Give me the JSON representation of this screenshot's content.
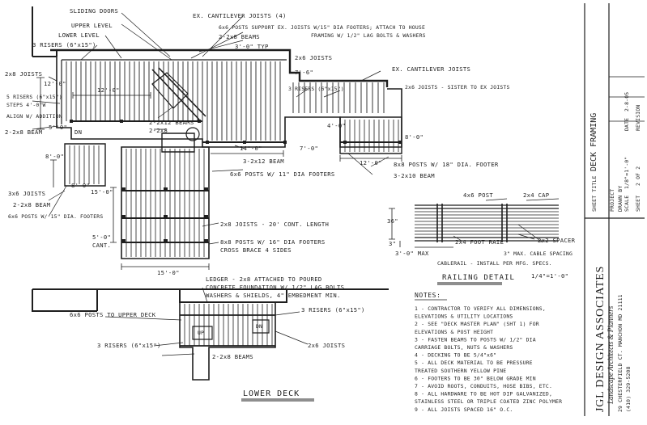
{
  "sheet": {
    "title_block": {
      "firm": "JGL DESIGN ASSOCIATES",
      "tagline": "Landscape Architects & Planners",
      "address": "29 CHESTERFIELD CT. MANCHON MD 21111",
      "phone": "(410) 329-5208",
      "sheet_title_label": "SHEET TITLE",
      "sheet_title": "DECK FRAMING",
      "project_label": "PROJECT",
      "drawn_by_label": "DRAWN BY",
      "scale_label": "SCALE",
      "scale_value": "1/8\"=1'-0\"",
      "date_label": "DATE",
      "date_value": "2-8-05",
      "sheet_label": "SHEET",
      "sheet_value": "2 OF 2",
      "revision_label": "REVISION"
    },
    "upper_plan": {
      "labels": {
        "sliding_doors": "SLIDING DOORS",
        "upper_level": "UPPER LEVEL",
        "lower_level": "LOWER LEVEL",
        "risers_top": "3 RISERS (6\"x15\")",
        "ex_cantilever_joists": "EX. CANTILEVER JOISTS (4)",
        "posts_support": "6x6 POSTS SUPPORT EX. JOISTS W/15\" DIA FOOTERS; ATTACH TO HOUSE",
        "framing_lag": "FRAMING W/ 1/2\" LAG BOLTS & WASHERS",
        "beams_2x8": "2-2x8 BEAMS",
        "typ_3_0": "3'-0\" TYP",
        "joists_2x8": "2x8 JOISTS",
        "dim_12_0": "12'-0\"",
        "risers_left": "5 RISERS (6\"x15\")",
        "steps_4_0": "STEPS 4'-0\"W",
        "align_w_addition": "ALIGN W/ ADDITION",
        "beam_2x8": "2-2x8 BEAM",
        "dn": "DN",
        "dim_5_0": "5'-0\"",
        "dim_8_0": "8'-0\"",
        "joists_3x6": "3x6 JOISTS",
        "beam_2x8_lower": "2-2x8 BEAM",
        "posts_6x6_footers": "6x6 POSTS W/ 15\" DIA. FOOTERS",
        "joists_2x6": "2x6 JOISTS",
        "dim_7_6": "7'-6\"",
        "ex_cantilever_right": "EX. CANTILEVER JOISTS",
        "risers_right": "3 RISERS (6\"x15\")",
        "joists_sister": "2x6 JOISTS - SISTER TO EX JOISTS",
        "beams_2x12": "2-2x12 BEAMS",
        "beam_2x8_mid": "2-2x8",
        "dim_14_0": "14'-0\"",
        "dim_7_0": "7'-0\"",
        "beam_3_2x12": "3-2x12 BEAM",
        "posts_11_footers": "6x6 POSTS W/ 11\" DIA FOOTERS",
        "dim_4_0": "4'-0\"",
        "dim_8_0_right": "8'-0\"",
        "dim_12_0_right": "12'-0\"",
        "posts_8x8_18": "8x8 POSTS W/ 18\" DIA. FOOTER",
        "beam_3_2x10": "3-2x10 BEAM",
        "dim_15_0": "15'-0\"",
        "joists_20": "2x8 JOISTS - 20' CONT. LENGTH",
        "dim_5_0_cant": "5'-0\"",
        "cant": "CANT.",
        "posts_8x8_16": "8x8 POSTS W/ 16\" DIA FOOTERS",
        "cross_bracing": "CROSS BRACE 4 SIDES",
        "dim_15_0_bottom": "15'-0\""
      }
    },
    "railing_detail": {
      "title": "RAILING DETAIL",
      "scale": "1/4\"=1'-0\"",
      "labels": {
        "post": "4x6 POST",
        "cap": "2x4 CAP",
        "height": "36\"",
        "gap": "3\"",
        "foot_rail": "2x4 FOOT RAIL",
        "spacer": "2x2 SPACER",
        "cable": "3\" MAX. CABLE SPACING",
        "max_spacing": "3'-0\" MAX",
        "note": "CABLERAIL - INSTALL PER MFG. SPECS."
      }
    },
    "lower_deck": {
      "title": "LOWER DECK",
      "labels": {
        "ledger": "LEDGER - 2x8 ATTACHED TO POURED",
        "ledger2": "CONCRETE FOUNDATION W/ 1/2\" LAG BOLTS",
        "ledger3": "WASHERS & SHIELDS, 4\" EMBEDMENT MIN.",
        "posts_upper": "6x6 POSTS TO UPPER DECK",
        "risers_right": "3 RISERS (6\"x15\")",
        "risers_left": "3 RISERS (6\"x15\")",
        "up": "UP",
        "dn": "DN",
        "joists": "2x6 JOISTS",
        "beams": "2-2x8 BEAMS"
      }
    },
    "notes": {
      "heading": "NOTES:",
      "items": [
        "1 - CONTRACTOR TO VERIFY ALL DIMENSIONS,",
        "    ELEVATIONS & UTILITY LOCATIONS",
        "2 - SEE \"DECK MASTER PLAN\" (SHT 1) FOR",
        "    ELEVATIONS & POST HEIGHT",
        "3 - FASTEN BEAMS TO POSTS W/ 1/2\" DIA",
        "    CARRIAGE BOLTS, NUTS & WASHERS",
        "4 - DECKING TO BE 5/4\"x6\"",
        "5 - ALL DECK MATERIAL TO BE PRESSURE",
        "    TREATED SOUTHERN YELLOW PINE",
        "6 - FOOTERS TO BE 30\" BELOW GRADE MIN",
        "7 - AVOID ROOTS, CONDUITS, HOSE BIBS, ETC.",
        "8 - ALL HARDWARE TO BE HOT DIP GALVANIZED,",
        "    STAINLESS STEEL OR TRIPLE COATED ZINC POLYMER",
        "9 - ALL JOISTS SPACED 16\" O.C."
      ]
    }
  }
}
